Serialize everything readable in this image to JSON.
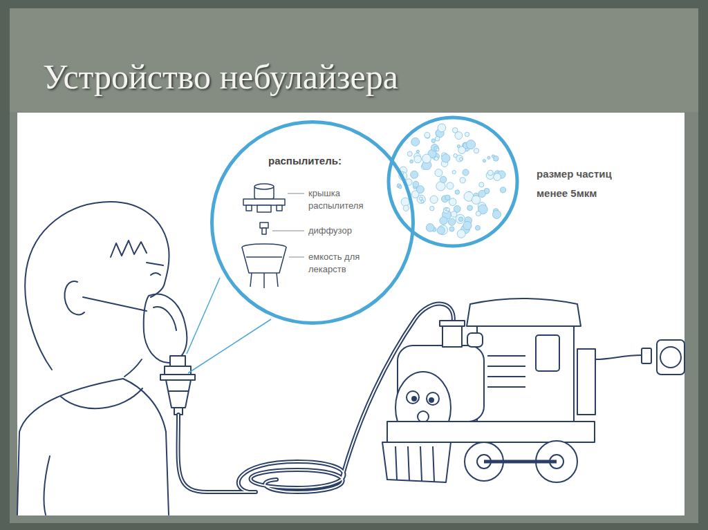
{
  "diagram": {
    "title": "Устройство небулайзера",
    "nodes": [
      {
        "text": [
          "распылитель:"
        ]
      }
    ],
    "labels": [
      "крышка распылителя",
      "диффузор",
      "емкость для лекарств",
      "размер частиц менее 5мкм"
    ]
  }
}
